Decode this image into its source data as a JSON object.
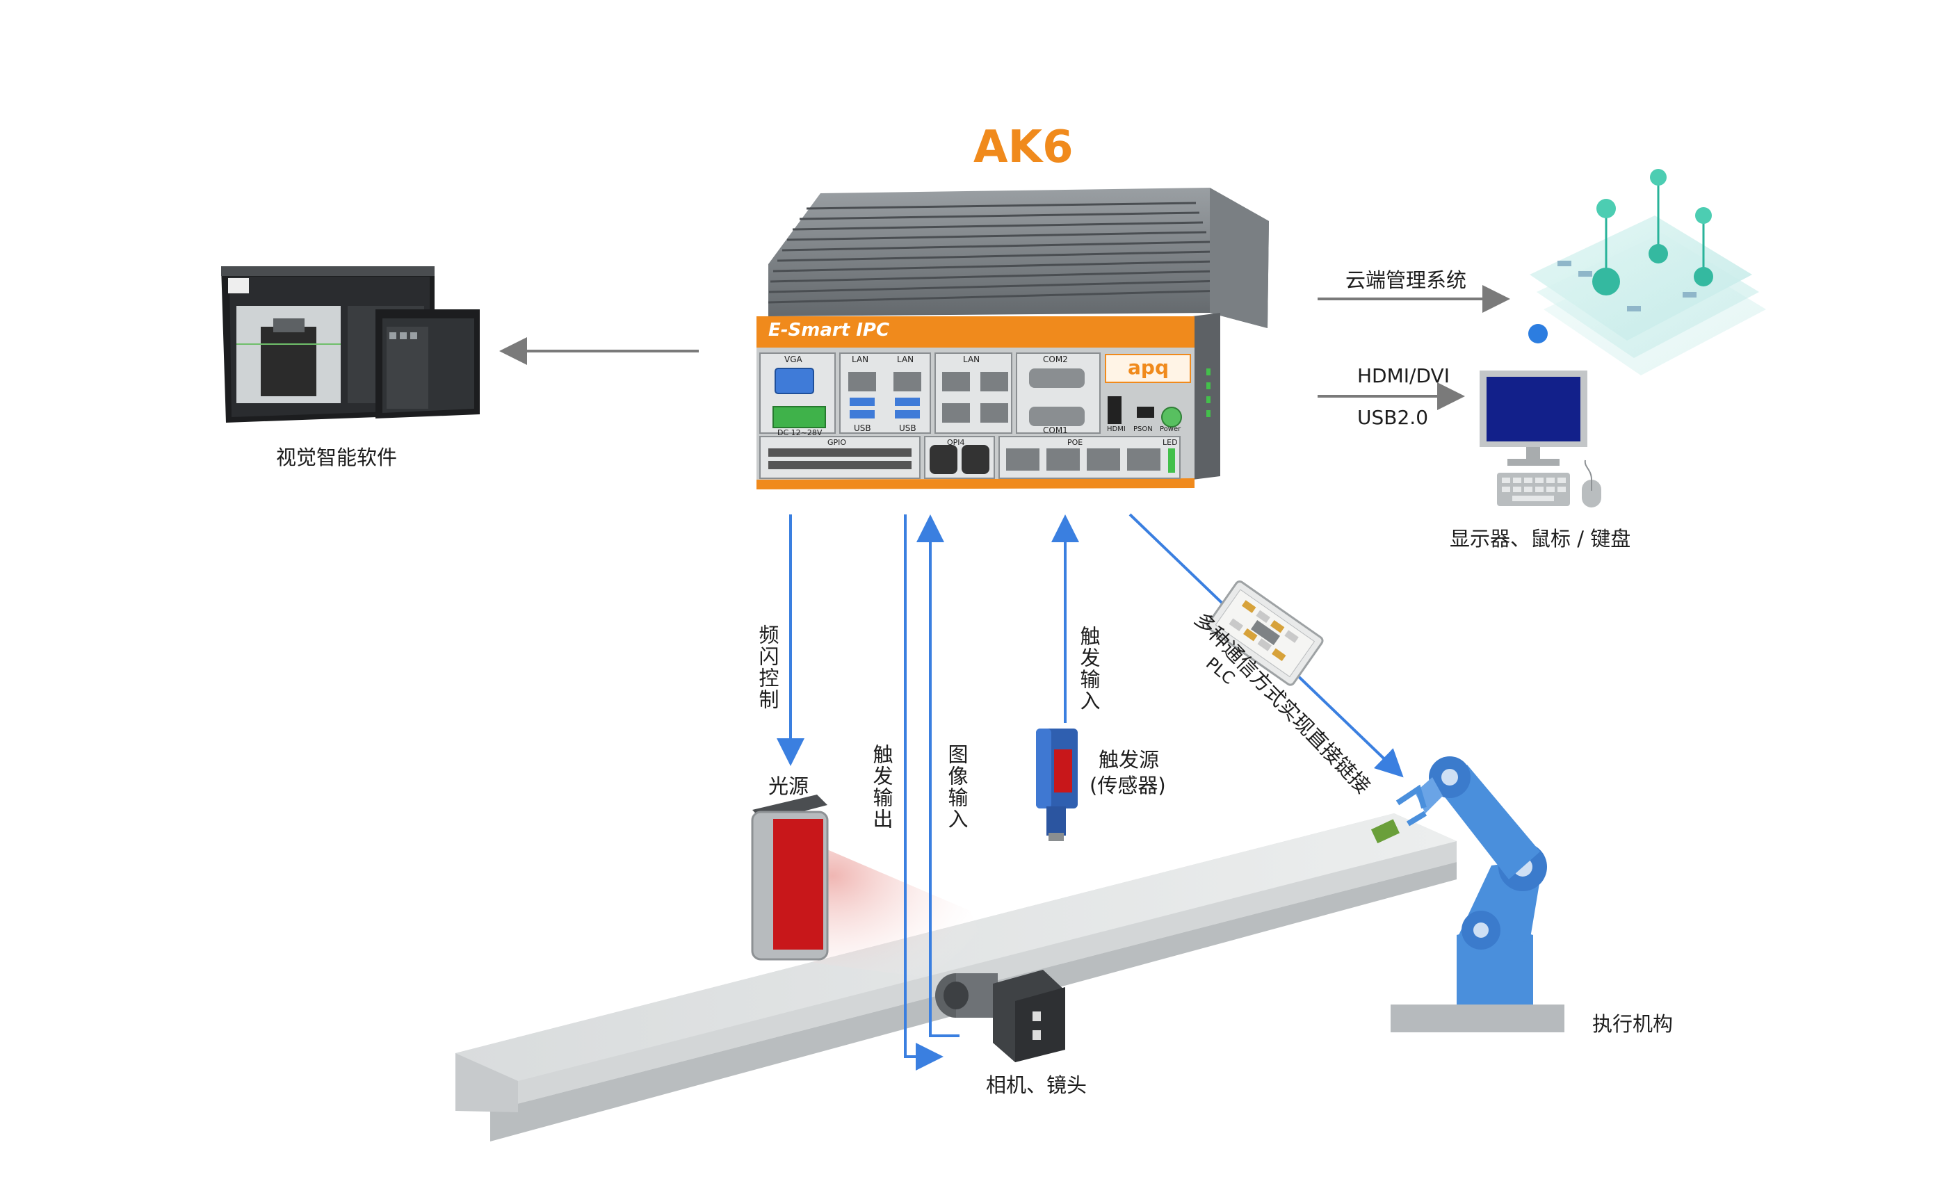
{
  "diagram": {
    "title": "AK6",
    "device": {
      "brand_strip": "E-Smart IPC",
      "logo": "apq",
      "port_labels": {
        "vga": "VGA",
        "lan1": "LAN",
        "lan2": "LAN",
        "lan3": "LAN",
        "com2": "COM2",
        "com1": "COM1",
        "usb1": "USB",
        "usb2": "USB",
        "dc": "DC 12~28V",
        "gpio": "GPIO",
        "qpi": "QPI4",
        "poe": "POE",
        "led": "LED",
        "hdmi": "HDMI",
        "pson": "PSON",
        "power": "Power"
      }
    },
    "nodes": {
      "software": "视觉智能软件",
      "cloud": "云端管理系统",
      "hdmi": "HDMI/DVI",
      "usb": "USB2.0",
      "peripherals": "显示器、鼠标 / 键盘",
      "strobe": "频闪控制",
      "light": "光源",
      "trigger_out": "触发输出",
      "image_in": "图像输入",
      "trigger_in": "触发输入",
      "sensor": "触发源",
      "sensor_sub": "(传感器)",
      "plc_text": "多种通信方式实现直接链接",
      "plc": "PLC",
      "robot": "执行机构",
      "camera": "相机、镜头"
    },
    "colors": {
      "accent": "#f08a1c",
      "arrow_blue": "#3a7fe0",
      "arrow_gray": "#7a7a7a",
      "light_red": "#c8171a",
      "robot_blue": "#4a8fdc",
      "monitor_blue": "#12208a"
    }
  }
}
